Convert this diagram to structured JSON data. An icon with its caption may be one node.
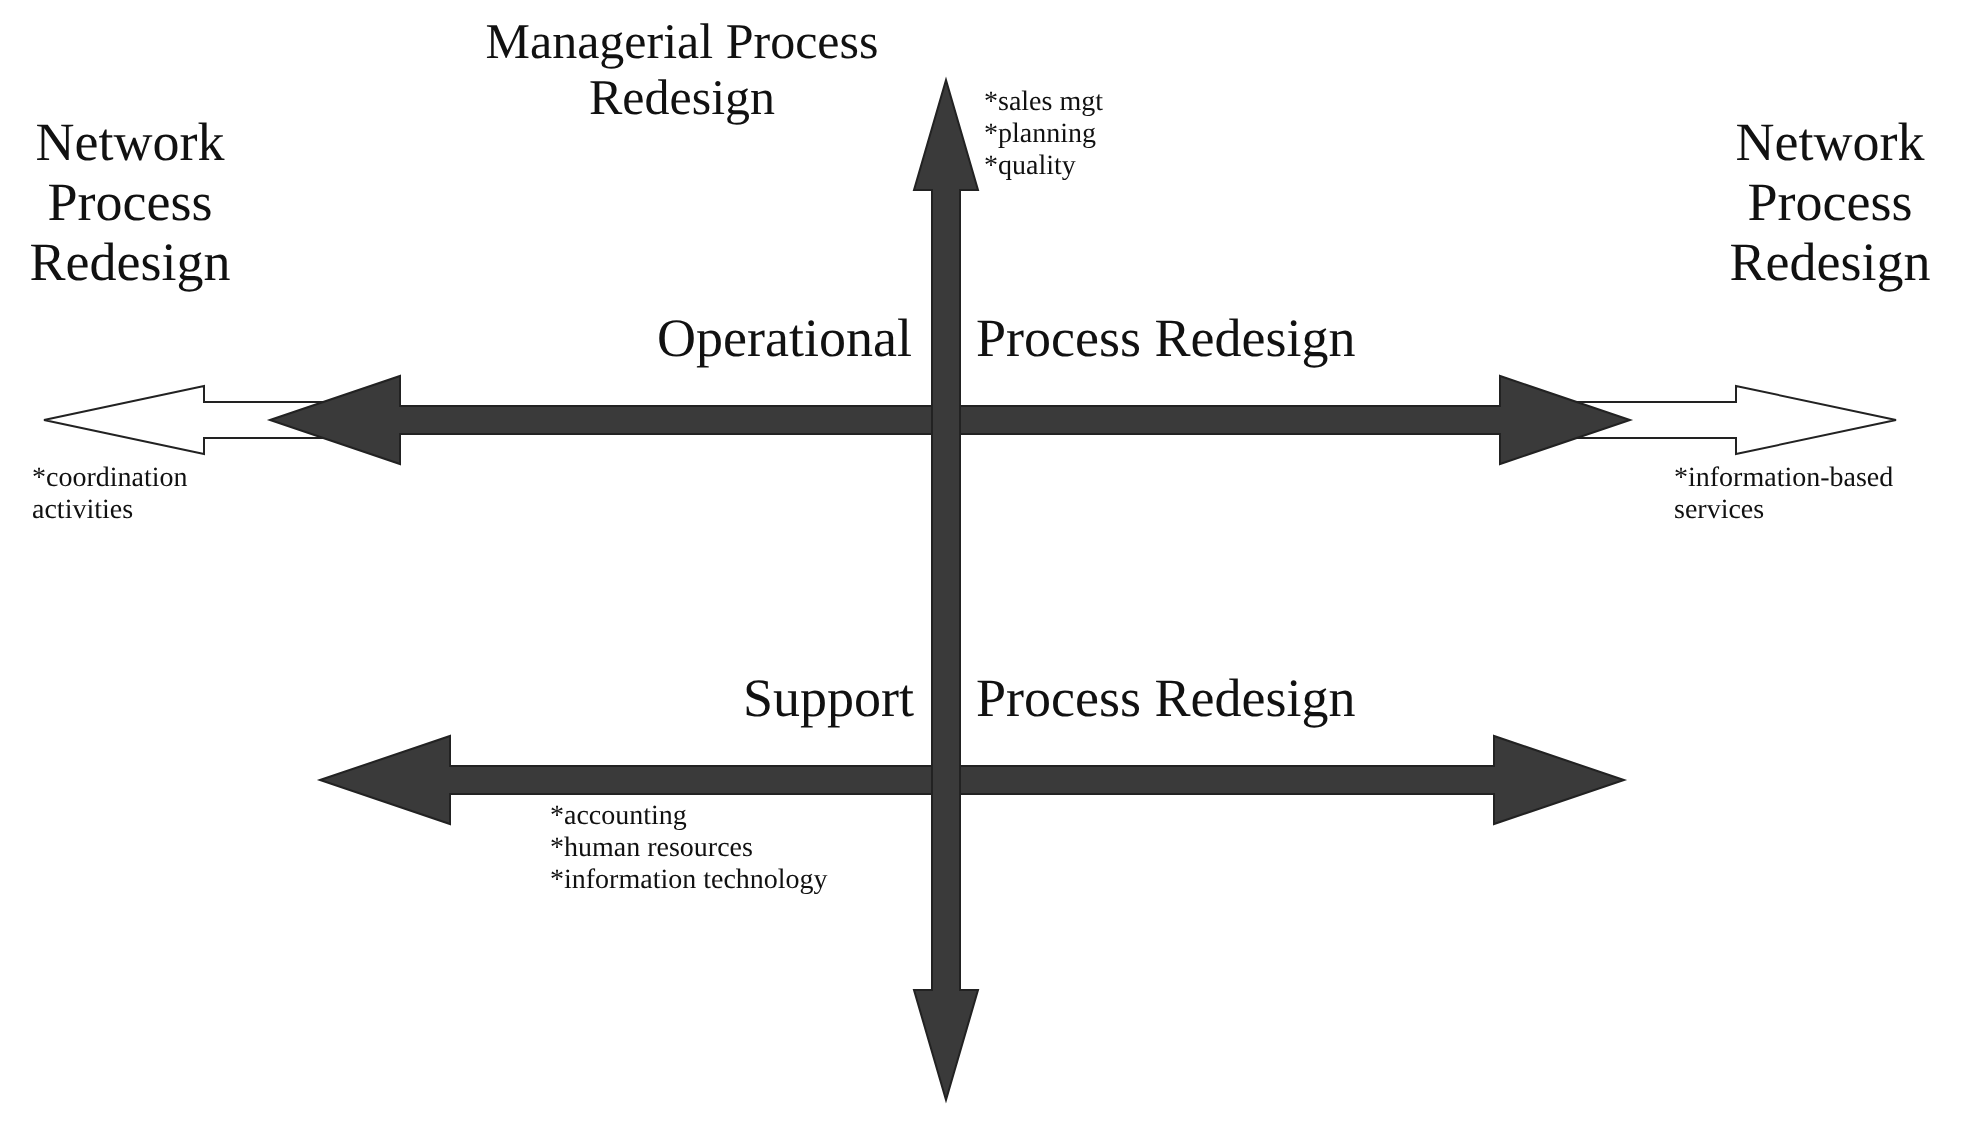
{
  "diagram": {
    "labels": [
      "Managerial Process Redesign",
      "*sales mgt",
      "*planning",
      "*quality",
      "Network Process Redesign",
      "Network Process Redesign",
      "Operational",
      "Process Redesign",
      "*coordination activities",
      "*information-based services",
      "Support",
      "Process Redesign",
      "*accounting",
      "*human resources",
      "*information technology"
    ]
  }
}
